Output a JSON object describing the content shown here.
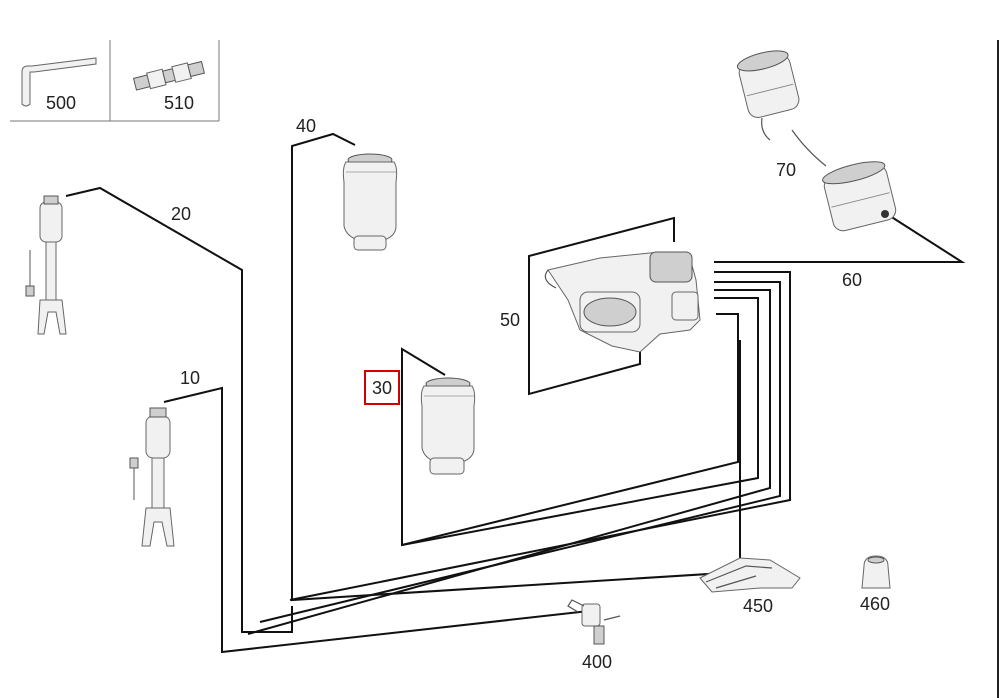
{
  "title": "",
  "highlight_color": "#d40000",
  "callouts": {
    "part_500": "500",
    "part_510": "510",
    "part_10": "10",
    "part_20": "20",
    "part_30": "30",
    "part_40": "40",
    "part_50": "50",
    "part_60": "60",
    "part_70": "70",
    "part_400": "400",
    "part_450": "450",
    "part_460": "460"
  },
  "selected_callout": "30"
}
